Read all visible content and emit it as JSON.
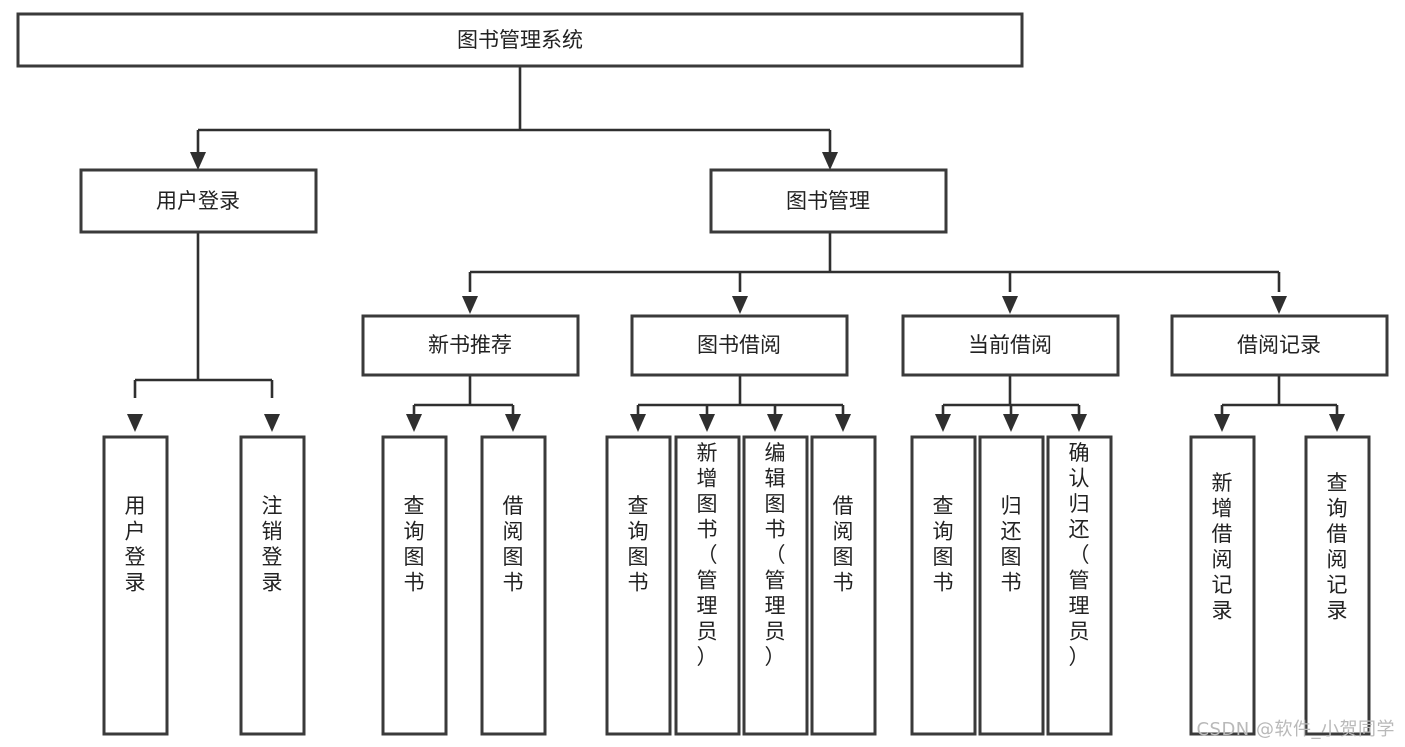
{
  "diagram": {
    "type": "tree-hierarchy",
    "orientation": "top-down",
    "root": {
      "id": "root",
      "label": "图书管理系统"
    },
    "level2": [
      {
        "id": "user-login",
        "label": "用户登录"
      },
      {
        "id": "book-manage",
        "label": "图书管理"
      }
    ],
    "level3": [
      {
        "id": "new-book-recommend",
        "label": "新书推荐",
        "parent": "book-manage"
      },
      {
        "id": "book-borrow",
        "label": "图书借阅",
        "parent": "book-manage"
      },
      {
        "id": "current-borrow",
        "label": "当前借阅",
        "parent": "book-manage"
      },
      {
        "id": "borrow-record",
        "label": "借阅记录",
        "parent": "book-manage"
      }
    ],
    "leaves": {
      "user-login": [
        {
          "id": "leaf-user-login",
          "label": "用户登录"
        },
        {
          "id": "leaf-user-logout",
          "label": "注销登录"
        }
      ],
      "new-book-recommend": [
        {
          "id": "leaf-query-book-1",
          "label": "查询图书"
        },
        {
          "id": "leaf-borrow-book-1",
          "label": "借阅图书"
        }
      ],
      "book-borrow": [
        {
          "id": "leaf-query-book-2",
          "label": "查询图书"
        },
        {
          "id": "leaf-add-book",
          "label": "新增图书（管理员）"
        },
        {
          "id": "leaf-edit-book",
          "label": "编辑图书（管理员）"
        },
        {
          "id": "leaf-borrow-book-2",
          "label": "借阅图书"
        }
      ],
      "current-borrow": [
        {
          "id": "leaf-query-book-3",
          "label": "查询图书"
        },
        {
          "id": "leaf-return-book",
          "label": "归还图书"
        },
        {
          "id": "leaf-confirm-return",
          "label": "确认归还（管理员）"
        }
      ],
      "borrow-record": [
        {
          "id": "leaf-add-record",
          "label": "新增借阅记录"
        },
        {
          "id": "leaf-query-record",
          "label": "查询借阅记录"
        }
      ]
    },
    "colors": {
      "box_stroke": "#3a3a3a",
      "box_fill": "#ffffff",
      "connector": "#2f2f2f",
      "text": "#222222",
      "watermark": "#b9b9b9"
    }
  },
  "watermark": {
    "text": "CSDN @软件_小贺同学"
  }
}
